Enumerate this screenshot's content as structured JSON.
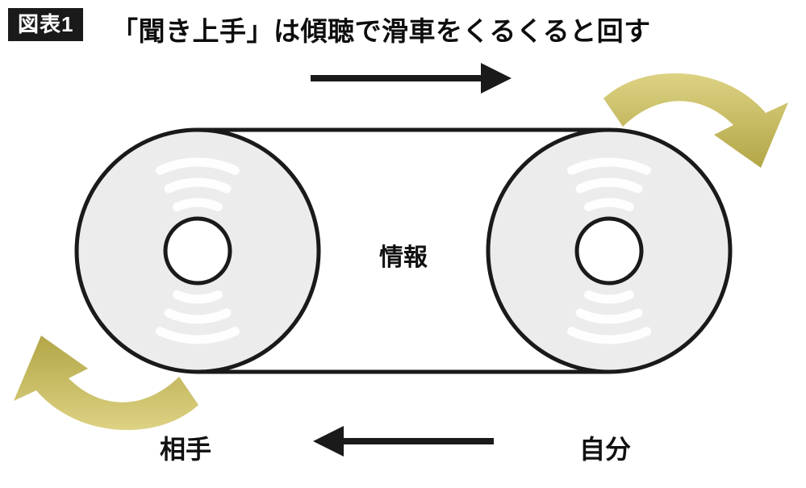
{
  "header": {
    "badge_label": "図表1",
    "title": "「聞き上手」は傾聴で滑車をくるくると回す"
  },
  "diagram": {
    "belt_label": "情報",
    "left_pulley_label": "相手",
    "right_pulley_label": "自分"
  },
  "colors": {
    "ink": "#1a1a1a",
    "pulley_fill": "#ececec",
    "pulley_highlight": "#ffffff",
    "hub_fill": "#ffffff",
    "arrow_light": "#ddd283",
    "arrow_dark": "#b2a647"
  }
}
